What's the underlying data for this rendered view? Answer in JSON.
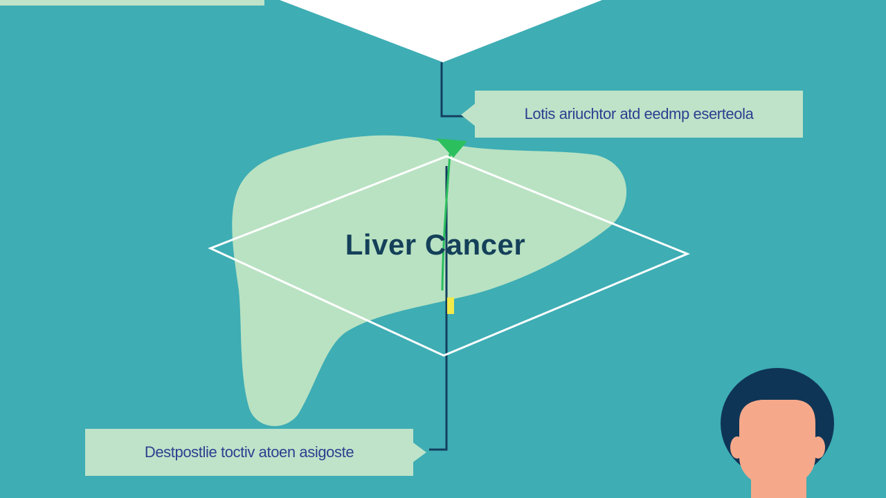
{
  "title": "Liver Cancer",
  "callouts": {
    "top_text": "Lotis ariuchtor atd eedmp eserteola",
    "bottom_text": "Destpostlie toctiv atoen asigoste"
  },
  "colors": {
    "background": "#3eadb4",
    "liver": "#b9e2c2",
    "callout_fill": "#bfe3c9",
    "callout_text": "#2a3f8f",
    "connector": "#143e5e",
    "title_text": "#15405a",
    "outline": "#ffffff",
    "avatar_hair": "#0f3556",
    "avatar_skin": "#f6a98a",
    "accent_green": "#2bbf5e",
    "accent_yellow": "#f2e94a"
  },
  "icons": {
    "person": "person-avatar-icon",
    "organ": "liver-icon"
  }
}
